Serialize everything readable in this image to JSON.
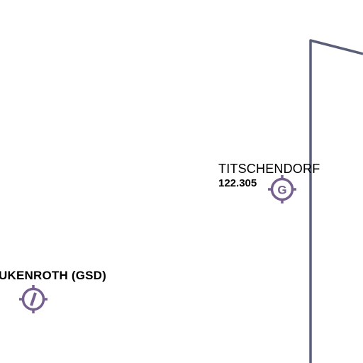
{
  "map": {
    "background": "#ffffff",
    "airspace_line_color": "#5a5f78",
    "airfield_symbol_color": "#76608f"
  },
  "airfields": [
    {
      "name": "TITSCHENDORF",
      "frequency": "122.305",
      "symbol_type": "glider-site-icon",
      "symbol_letter": "G"
    },
    {
      "name": "UKENROTH (GSD)",
      "frequency": "",
      "symbol_type": "airfield-runway-icon",
      "symbol_letter": ""
    }
  ]
}
